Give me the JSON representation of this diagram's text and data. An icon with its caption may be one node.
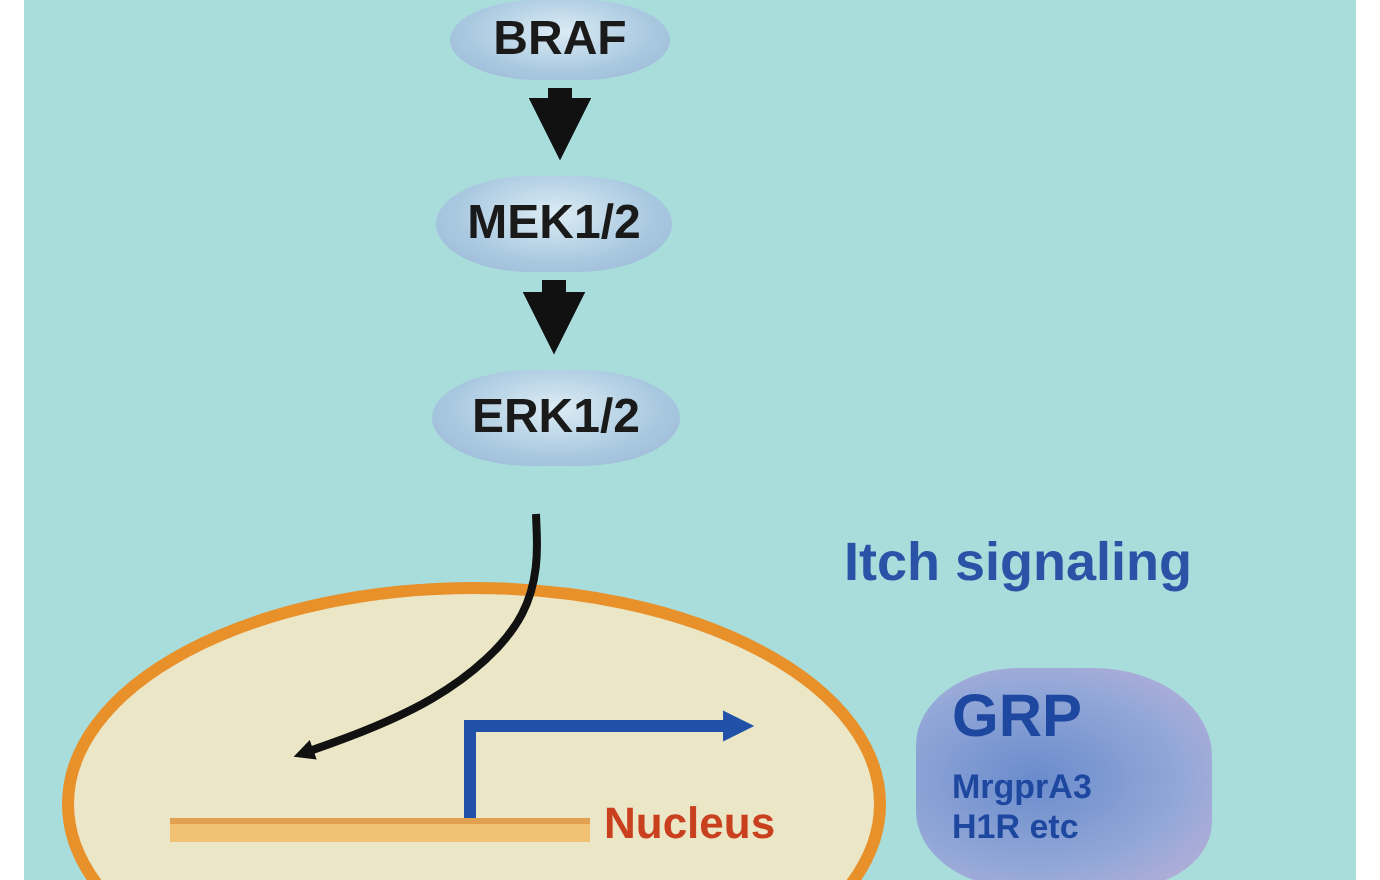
{
  "diagram": {
    "nodes": [
      {
        "text": [
          "BRAF"
        ]
      },
      {
        "text": [
          "MEK1/2"
        ]
      },
      {
        "text": [
          "ERK1/2"
        ]
      },
      {
        "text": [
          "Nucleus"
        ]
      },
      {
        "text": [],
        "shape": "bar",
        "in": 3
      },
      {
        "text": [
          "GRP",
          "MrgprA3 H1R etc"
        ]
      }
    ],
    "edges": [
      {
        "from": 0,
        "to": 1,
        "arrow": "to",
        "style": "thick"
      },
      {
        "from": 1,
        "to": 2,
        "arrow": "to",
        "style": "thick"
      },
      {
        "from": 2,
        "to": 4,
        "arrow": "to"
      },
      {
        "from": 4,
        "to": null,
        "arrow": "to",
        "color": "#2050a8"
      }
    ],
    "labels": [
      "Itch signaling"
    ]
  }
}
